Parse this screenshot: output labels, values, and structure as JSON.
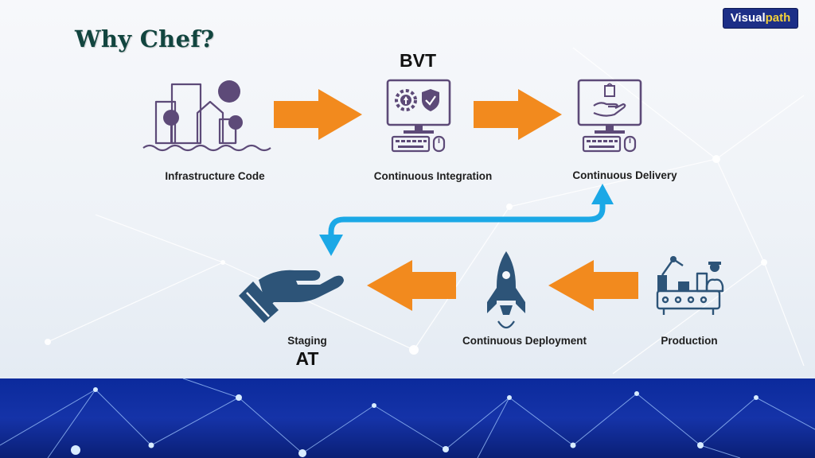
{
  "title": "Why Chef?",
  "logo": {
    "part1": "Visual",
    "part2": "path"
  },
  "stages": {
    "infrastructure_code": "Infrastructure Code",
    "continuous_integration": "Continuous Integration",
    "continuous_delivery": "Continuous Delivery",
    "staging": "Staging",
    "continuous_deployment": "Continuous Deployment",
    "production": "Production"
  },
  "tags": {
    "bvt": "BVT",
    "at": "AT"
  },
  "colors": {
    "arrow_orange": "#f28a1e",
    "loop_blue": "#1ba8e6",
    "icon_purple": "#5d4a78",
    "icon_navy": "#2d5478",
    "band_blue": "#1533a8"
  }
}
